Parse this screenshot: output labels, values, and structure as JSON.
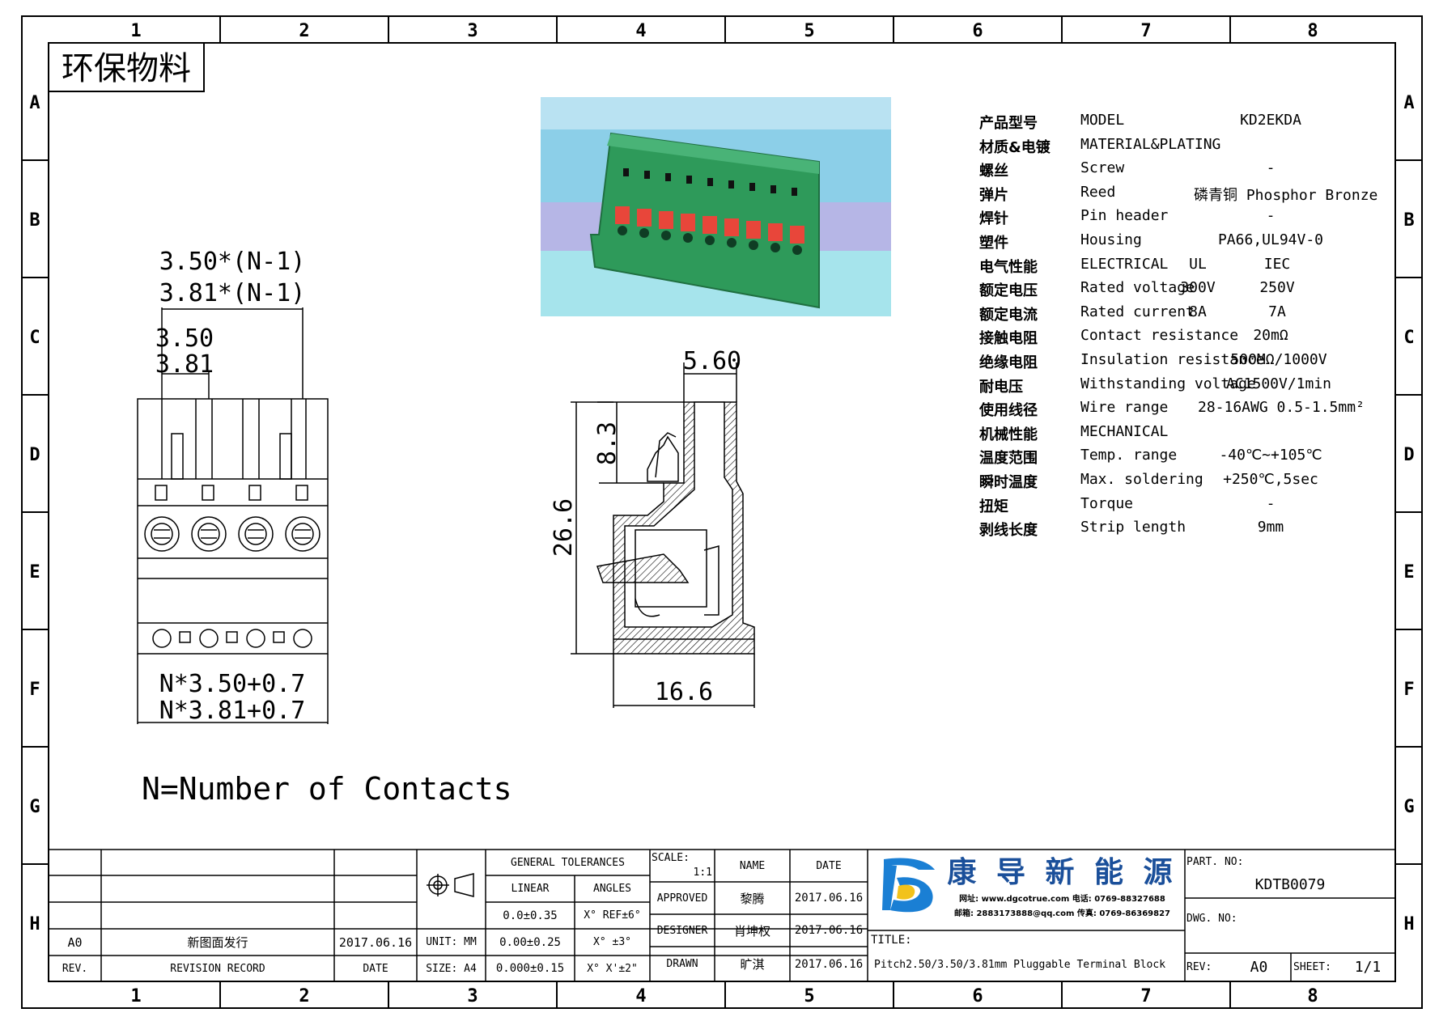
{
  "frame": {
    "col_numbers": [
      "1",
      "2",
      "3",
      "4",
      "5",
      "6",
      "7",
      "8"
    ],
    "row_letters": [
      "A",
      "B",
      "C",
      "D",
      "E",
      "F",
      "G",
      "H"
    ]
  },
  "stamp": "环保物料",
  "front_view": {
    "dim_top1": "3.50*(N-1)",
    "dim_top2": "3.81*(N-1)",
    "dim_pitch1": "3.50",
    "dim_pitch2": "3.81",
    "dim_bottom1": "N*3.50+0.7",
    "dim_bottom2": "N*3.81+0.7"
  },
  "side_view": {
    "dim_width_top": "5.60",
    "dim_height_small": "8.3",
    "dim_height_total": "26.6",
    "dim_bottom": "16.6"
  },
  "note": "N=Number of Contacts",
  "specs": [
    {
      "zh": "产品型号",
      "en": "MODEL",
      "v": "KD2EKDA"
    },
    {
      "zh": "材质&电镀",
      "en": "MATERIAL&PLATING",
      "v": ""
    },
    {
      "zh": "螺丝",
      "en": "Screw",
      "v": "-"
    },
    {
      "zh": "弹片",
      "en": "Reed",
      "v": "磷青铜 Phosphor Bronze"
    },
    {
      "zh": "焊针",
      "en": "Pin header",
      "v": "-"
    },
    {
      "zh": "塑件",
      "en": "Housing",
      "v": "PA66,UL94V-0"
    },
    {
      "zh": "电气性能",
      "en": "ELECTRICAL",
      "v1": "UL",
      "v2": "IEC"
    },
    {
      "zh": "额定电压",
      "en": "Rated voltage",
      "v1": "300V",
      "v2": "250V"
    },
    {
      "zh": "额定电流",
      "en": "Rated current",
      "v1": "8A",
      "v2": "7A"
    },
    {
      "zh": "接触电阻",
      "en": "Contact resistance",
      "v": "20mΩ"
    },
    {
      "zh": "绝缘电阻",
      "en": "Insulation resistance",
      "v": "500MΩ/1000V"
    },
    {
      "zh": "耐电压",
      "en": "Withstanding voltage",
      "v": "AC1500V/1min"
    },
    {
      "zh": "使用线径",
      "en": "Wire range",
      "v": "28-16AWG 0.5-1.5mm²"
    },
    {
      "zh": "机械性能",
      "en": "MECHANICAL",
      "v": ""
    },
    {
      "zh": "温度范围",
      "en": "Temp. range",
      "v": "-40℃~+105℃"
    },
    {
      "zh": "瞬时温度",
      "en": "Max. soldering",
      "v": "+250℃,5sec"
    },
    {
      "zh": "扭矩",
      "en": "Torque",
      "v": "-"
    },
    {
      "zh": "剥线长度",
      "en": "Strip length",
      "v": "9mm"
    }
  ],
  "title_block": {
    "rev_a0": "A0",
    "rev_record": "新图面发行",
    "rev_date": "2017.06.16",
    "rev_label": "REV.",
    "revision_record_label": "REVISION RECORD",
    "date_label": "DATE",
    "unit": "UNIT: MM",
    "size": "SIZE: A4",
    "general_tolerances": "GENERAL TOLERANCES",
    "linear": "LINEAR",
    "angles": "ANGLES",
    "tol1": "0.0±0.35",
    "tol2": "0.00±0.25",
    "tol3": "0.000±0.15",
    "ang1": "X° REF±6°",
    "ang2": "X° ±3°",
    "ang3": "X° X'±2\"",
    "scale_label": "SCALE:",
    "scale_value": "1:1",
    "name_label": "NAME",
    "date_header": "DATE",
    "approved": "APPROVED",
    "designer": "DESIGNER",
    "drawn": "DRAWN",
    "approved_name": "黎腾",
    "designer_name": "肖坤权",
    "drawn_name": "旷淇",
    "approved_date": "2017.06.16",
    "designer_date": "2017.06.16",
    "drawn_date": "2017.06.16",
    "company": "康 导 新 能 源",
    "company_line1": "网址: www.dgcotrue.com  电话: 0769-88327688",
    "company_line2": "邮箱: 2883173888@qq.com  传真: 0769-86369827",
    "title_label": "TITLE:",
    "title_text": "Pitch2.50/3.50/3.81mm Pluggable Terminal Block",
    "part_no_label": "PART. NO:",
    "part_no": "KDTB0079",
    "dwg_no_label": "DWG. NO:",
    "rev_label2": "REV:",
    "rev_value": "A0",
    "sheet_label": "SHEET:",
    "sheet_value": "1/1"
  },
  "colors": {
    "housing_green": "#2e9a5a",
    "photo_sky": "#8ccfe8",
    "lever_red": "#e8463a",
    "logo_blue": "#1a7fd4",
    "logo_yellow": "#f2c21b"
  }
}
